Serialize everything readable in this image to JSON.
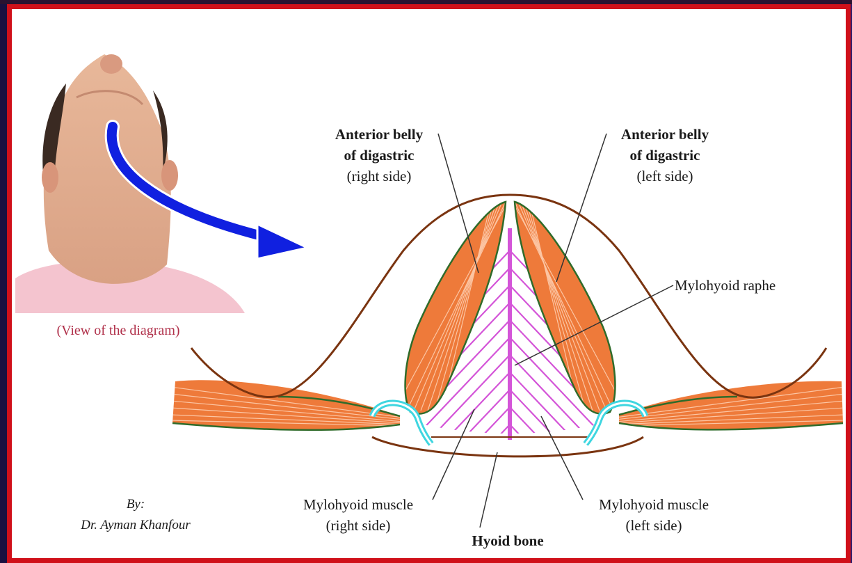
{
  "photo_caption": "(View of the diagram)",
  "labels": {
    "anterior_belly_right": {
      "line1": "Anterior belly",
      "line2": "of digastric",
      "side": "(right side)"
    },
    "anterior_belly_left": {
      "line1": "Anterior belly",
      "line2": "of digastric",
      "side": "(left side)"
    },
    "mylohyoid_raphe": "Mylohyoid raphe",
    "mylohyoid_right": {
      "line1": "Mylohyoid muscle",
      "line2": "(right side)"
    },
    "mylohyoid_left": {
      "line1": "Mylohyoid muscle",
      "line2": "(left side)"
    },
    "hyoid_bone": "Hyoid bone"
  },
  "author": {
    "by": "By:",
    "name": "Dr. Ayman Khanfour"
  },
  "colors": {
    "frame": "#d0101a",
    "muscle": "#ee7a3a",
    "muscle_border": "#2f6b2a",
    "mylohyoid": "#d455d8",
    "outline": "#7a3410",
    "hyoid_cartilage": "#3fd6e0",
    "arrow": "#1020e0"
  }
}
